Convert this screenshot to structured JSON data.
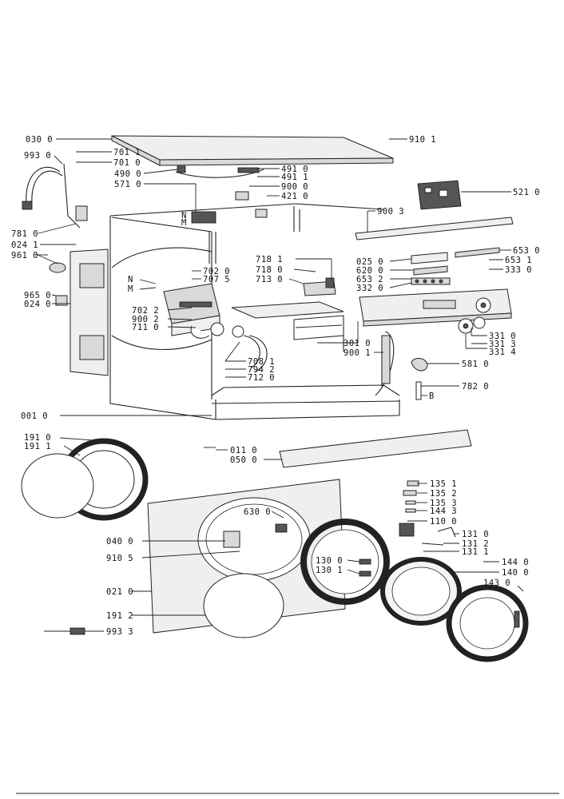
{
  "diagram": {
    "parts": {
      "top_cover": "030 0",
      "screw_top_right": "910 1",
      "inlet_hose": "993 0",
      "clip_701_1": "701 1",
      "bracket_701_0": "701 0",
      "wiring_490": "490 0",
      "connector_491_0": "491 0",
      "connector_491_1": "491 1",
      "harness_571": "571 0",
      "filter_900_0": "900 0",
      "capacitor_421": "421 0",
      "pcb_521": "521 0",
      "screw_900_3": "900 3",
      "drain_781": "781 0",
      "bracket_024_1": "024 1",
      "pressure_961": "961 0",
      "rail_025": "025 0",
      "panel_620": "620 0",
      "bar_653_2": "653 2",
      "buttons_332": "332 0",
      "strip_653_0": "653 0",
      "clip_653_1": "653 1",
      "switch_333": "333 0",
      "valve_718_1": "718 1",
      "valve_718_0": "718 0",
      "hose_713": "713 0",
      "hose_702_0": "702 0",
      "clamp_707": "707 5",
      "label_N": "N",
      "label_M": "M",
      "label_N2": "N",
      "label_M2": "M",
      "part_965": "965 0",
      "part_024_0": "024 0",
      "hose_702_2": "702 2",
      "screw_900_2": "900 2",
      "bellows_711": "711 0",
      "pipe_708": "708 1",
      "clamp_794": "794 2",
      "hose_712": "712 0",
      "control_panel_301": "301 0",
      "screw_900_1": "900 1",
      "knob_331_0": "331 0",
      "knob_331_3": "331 3",
      "knob_331_4": "331 4",
      "sensor_581": "581 0",
      "pin_782": "782 0",
      "label_B": "B",
      "cabinet_001": "001 0",
      "gasket_191_0": "191 0",
      "gasket_191_1": "191 1",
      "foot_011": "011 0",
      "plinth_050": "050 0",
      "hinge_135_1": "135 1",
      "hinge_135_2": "135 2",
      "hinge_135_3": "135 3",
      "hinge_144_3": "144 3",
      "lock_110": "110 0",
      "latch_131_0": "131 0",
      "latch_131_2": "131 2",
      "latch_131_1": "131 1",
      "door_lock_630": "630 0",
      "front_panel_040": "040 0",
      "label_910_5": "910 5",
      "ring_130_0": "130 0",
      "ring_130_1": "130 1",
      "door_frame_144": "144 0",
      "door_glass_140": "140 0",
      "door_inner_143": "143 0",
      "front_021": "021 0",
      "seal_191_2": "191 2",
      "tool_993_3": "993 3"
    }
  }
}
